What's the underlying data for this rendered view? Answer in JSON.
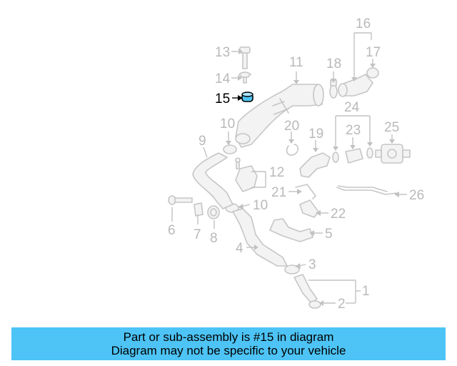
{
  "highlight_color": "#4dc4f5",
  "part_color": "#c6c6c6",
  "label_color": "#b9b9b9",
  "callouts": {
    "c1": "1",
    "c2": "2",
    "c3": "3",
    "c4": "4",
    "c5": "5",
    "c6": "6",
    "c7": "7",
    "c8": "8",
    "c9": "9",
    "c10a": "10",
    "c10b": "10",
    "c11": "11",
    "c12": "12",
    "c13": "13",
    "c14": "14",
    "c15": "15",
    "c16": "16",
    "c17": "17",
    "c18": "18",
    "c19": "19",
    "c20": "20",
    "c21": "21",
    "c22": "22",
    "c23": "23",
    "c24": "24",
    "c25": "25",
    "c26": "26"
  },
  "banner": {
    "line1": "Part or sub-assembly is #15 in diagram",
    "line2": "Diagram may not be specific to your vehicle"
  }
}
